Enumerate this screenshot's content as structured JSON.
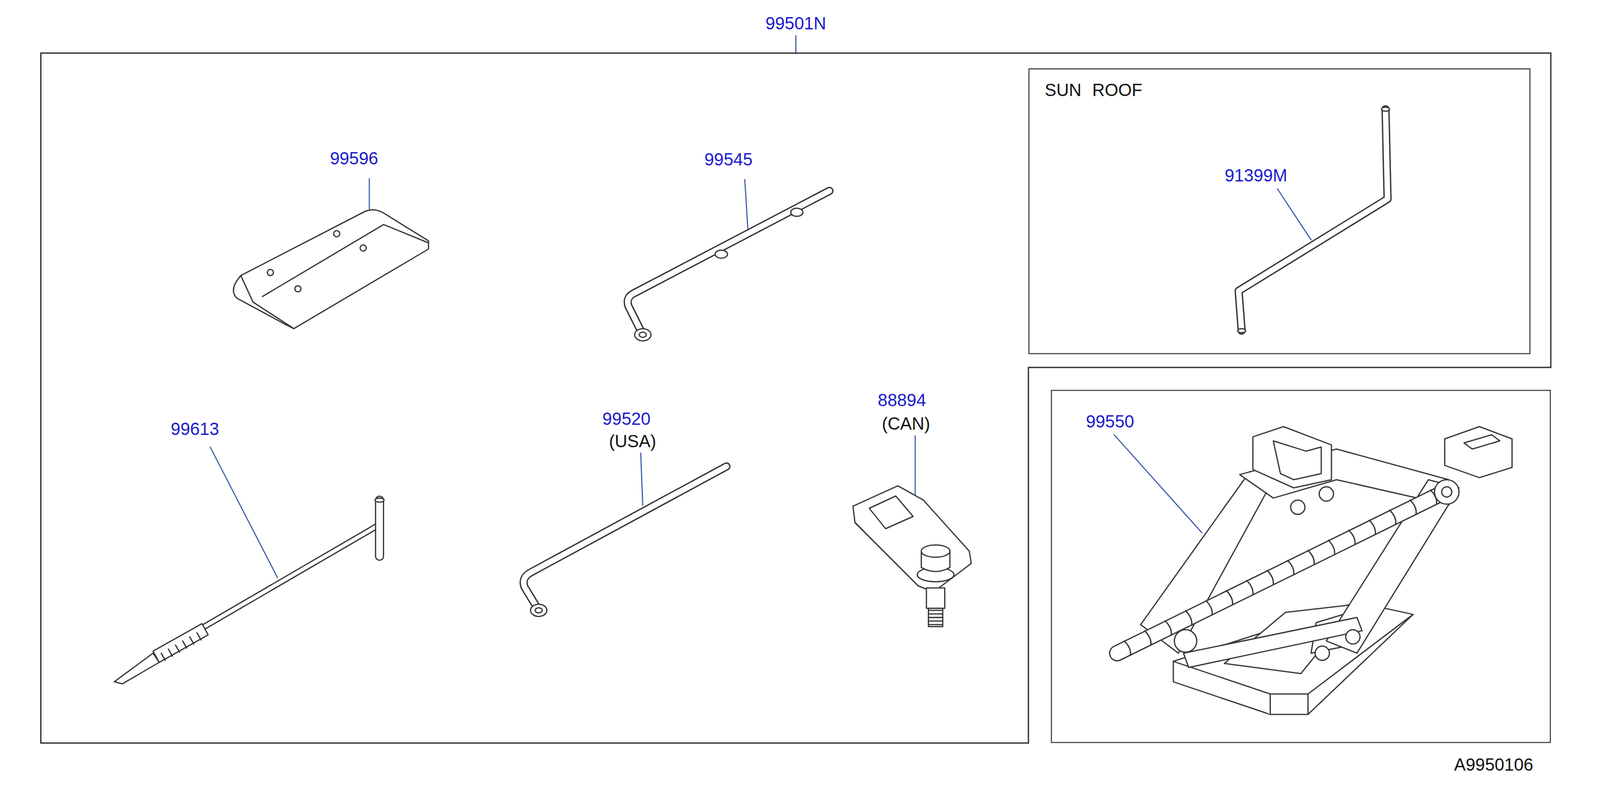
{
  "diagram": {
    "nodes": [
      {
        "text": [
          "99501N"
        ]
      },
      {
        "text": [
          "SUN ROOF",
          "91399M"
        ],
        "in": 0
      },
      {
        "text": [
          "99550"
        ]
      }
    ],
    "labels": [
      "99596",
      "99545",
      "99613",
      "99520",
      "(USA)",
      "88894",
      "(CAN)",
      "A9950106"
    ]
  }
}
